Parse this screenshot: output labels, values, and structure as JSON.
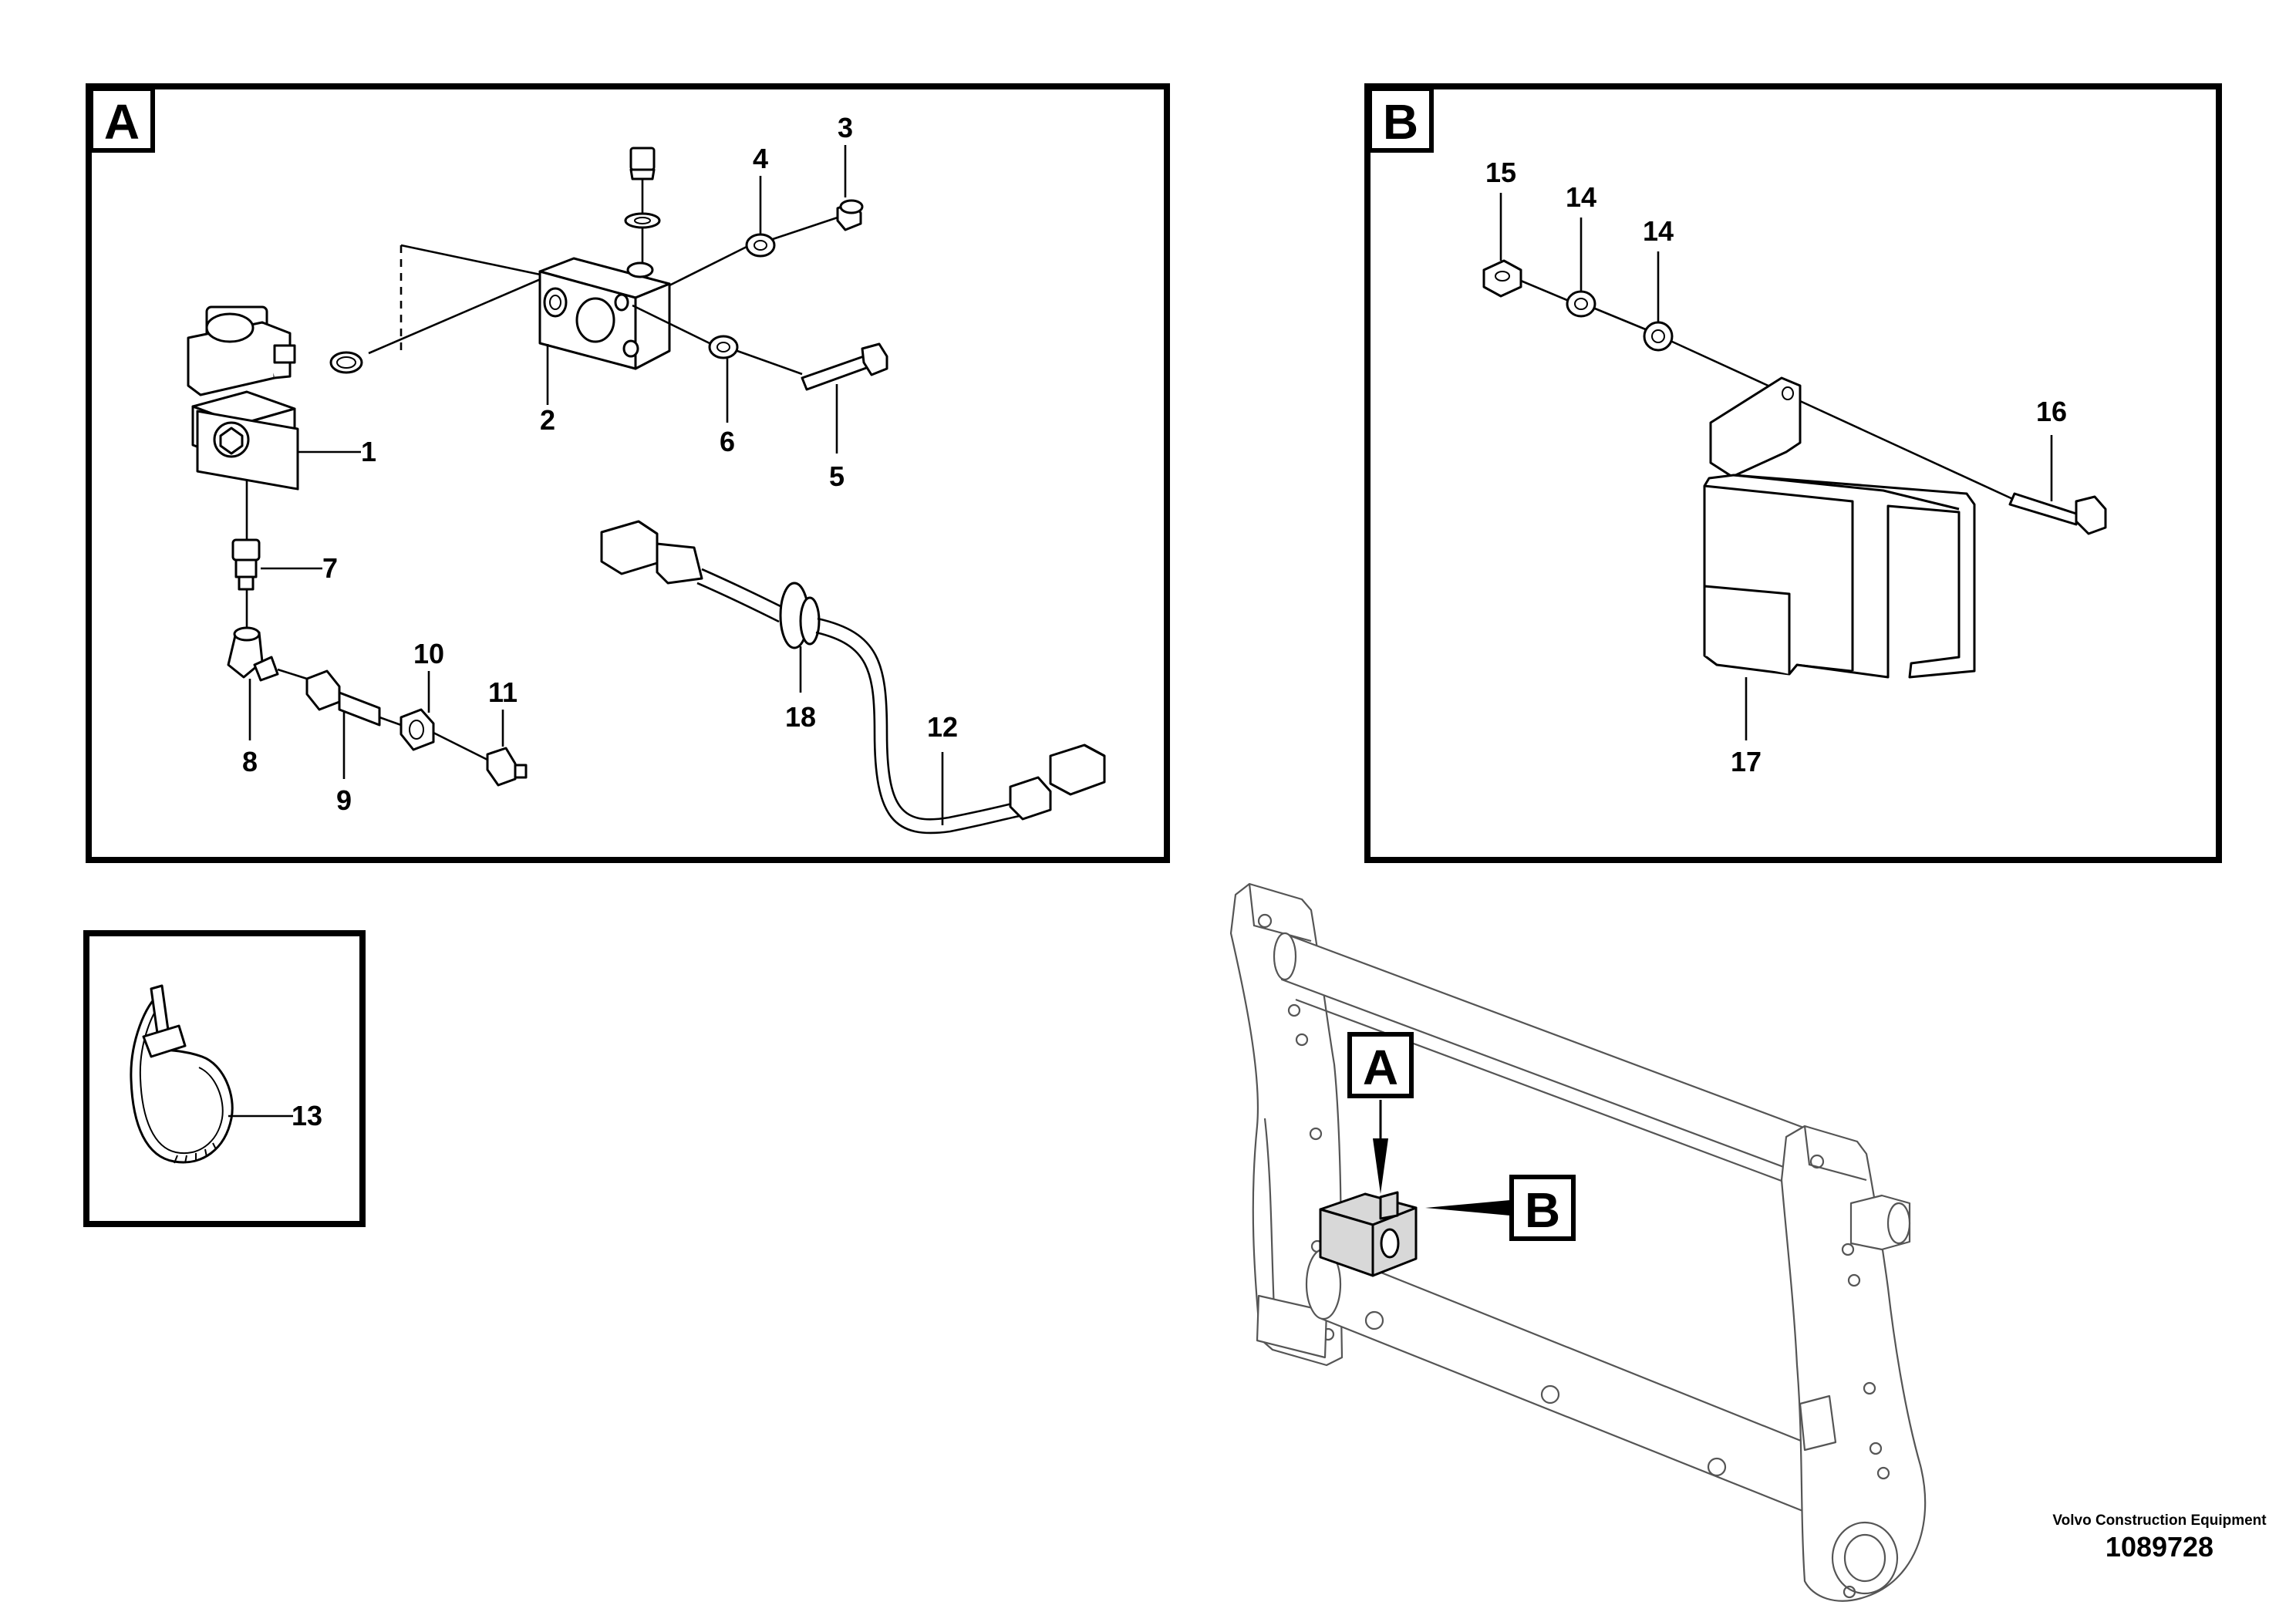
{
  "views": {
    "a": {
      "label": "A"
    },
    "b": {
      "label": "B"
    }
  },
  "callouts": {
    "p1": "1",
    "p2": "2",
    "p3": "3",
    "p4": "4",
    "p5": "5",
    "p6": "6",
    "p7": "7",
    "p8": "8",
    "p9": "9",
    "p10": "10",
    "p11": "11",
    "p12": "12",
    "p13": "13",
    "p14a": "14",
    "p14b": "14",
    "p15": "15",
    "p16": "16",
    "p17": "17",
    "p18": "18"
  },
  "overview": {
    "marker_a": "A",
    "marker_b": "B"
  },
  "footer": {
    "brand": "Volvo Construction Equipment",
    "doc_number": "1089728"
  }
}
